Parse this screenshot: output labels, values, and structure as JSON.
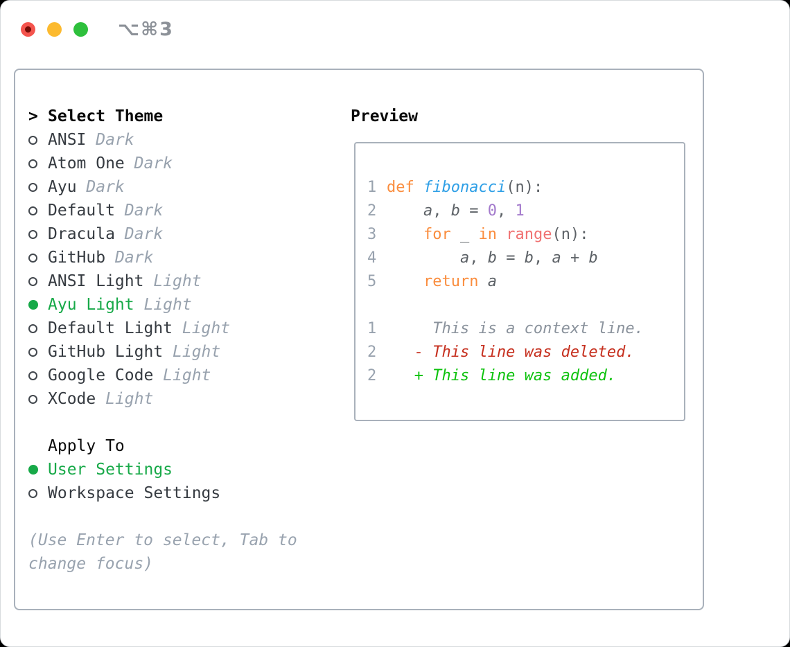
{
  "titlebar": {
    "shortcut": "⌥⌘3"
  },
  "theme_panel": {
    "header": {
      "prefix": ">",
      "label": "Select Theme"
    },
    "themes": [
      {
        "name": "ANSI",
        "variant": "Dark",
        "selected": false
      },
      {
        "name": "Atom One",
        "variant": "Dark",
        "selected": false
      },
      {
        "name": "Ayu",
        "variant": "Dark",
        "selected": false
      },
      {
        "name": "Default",
        "variant": "Dark",
        "selected": false
      },
      {
        "name": "Dracula",
        "variant": "Dark",
        "selected": false
      },
      {
        "name": "GitHub",
        "variant": "Dark",
        "selected": false
      },
      {
        "name": "ANSI Light",
        "variant": "Light",
        "selected": false
      },
      {
        "name": "Ayu Light",
        "variant": "Light",
        "selected": true
      },
      {
        "name": "Default Light",
        "variant": "Light",
        "selected": false
      },
      {
        "name": "GitHub Light",
        "variant": "Light",
        "selected": false
      },
      {
        "name": "Google Code",
        "variant": "Light",
        "selected": false
      },
      {
        "name": "XCode",
        "variant": "Light",
        "selected": false
      }
    ],
    "apply_to": {
      "label": "Apply To",
      "options": [
        {
          "name": "User Settings",
          "selected": true
        },
        {
          "name": "Workspace Settings",
          "selected": false
        }
      ]
    },
    "hint": [
      "(Use Enter to select, Tab to",
      "change focus)"
    ]
  },
  "preview": {
    "label": "Preview",
    "lines": [
      {
        "num": "1",
        "tokens": [
          {
            "t": "def ",
            "c": "keyword"
          },
          {
            "t": "fibonacci",
            "c": "function",
            "i": true
          },
          {
            "t": "(n):",
            "c": "fg"
          }
        ]
      },
      {
        "num": "2",
        "tokens": [
          {
            "t": "    ",
            "c": "fg"
          },
          {
            "t": "a",
            "c": "fg",
            "i": true
          },
          {
            "t": ", ",
            "c": "fg"
          },
          {
            "t": "b",
            "c": "fg",
            "i": true
          },
          {
            "t": " = ",
            "c": "fg"
          },
          {
            "t": "0",
            "c": "number"
          },
          {
            "t": ", ",
            "c": "fg"
          },
          {
            "t": "1",
            "c": "number"
          }
        ]
      },
      {
        "num": "3",
        "tokens": [
          {
            "t": "    ",
            "c": "fg"
          },
          {
            "t": "for",
            "c": "keyword"
          },
          {
            "t": " _ ",
            "c": "fg"
          },
          {
            "t": "in",
            "c": "keyword"
          },
          {
            "t": " ",
            "c": "fg"
          },
          {
            "t": "range",
            "c": "coral"
          },
          {
            "t": "(n):",
            "c": "fg"
          }
        ]
      },
      {
        "num": "4",
        "tokens": [
          {
            "t": "        ",
            "c": "fg"
          },
          {
            "t": "a",
            "c": "fg",
            "i": true
          },
          {
            "t": ", ",
            "c": "fg"
          },
          {
            "t": "b",
            "c": "fg",
            "i": true
          },
          {
            "t": " = ",
            "c": "fg"
          },
          {
            "t": "b",
            "c": "fg",
            "i": true
          },
          {
            "t": ", ",
            "c": "fg"
          },
          {
            "t": "a",
            "c": "fg",
            "i": true
          },
          {
            "t": " + ",
            "c": "fg"
          },
          {
            "t": "b",
            "c": "fg",
            "i": true
          }
        ]
      },
      {
        "num": "5",
        "tokens": [
          {
            "t": "    ",
            "c": "fg"
          },
          {
            "t": "return",
            "c": "keyword"
          },
          {
            "t": " ",
            "c": "fg"
          },
          {
            "t": "a",
            "c": "fg",
            "i": true
          }
        ]
      },
      {
        "num": "",
        "tokens": []
      },
      {
        "num": "1",
        "tokens": [
          {
            "t": "     This is a context line.",
            "c": "context",
            "i": true
          }
        ]
      },
      {
        "num": "2",
        "tokens": [
          {
            "t": "   - This line was deleted.",
            "c": "deleted",
            "i": true
          }
        ]
      },
      {
        "num": "2",
        "tokens": [
          {
            "t": "   + This line was added.",
            "c": "added",
            "i": true
          }
        ]
      }
    ]
  },
  "colors": {
    "border": "#a9b1bb",
    "text": "#363b41",
    "muted": "#98a2ae",
    "select": "#17a948",
    "keyword": "#fa8d3e",
    "function": "#2e9fe6",
    "number": "#a37acc",
    "coral": "#f07171",
    "fg": "#5c6166",
    "linenum": "#98a2ae",
    "context": "#8a929c",
    "deleted": "#c6301f",
    "added": "#0dc20d"
  },
  "icons": {
    "close": "close-icon",
    "minimize": "minimize-icon",
    "zoom": "zoom-icon",
    "selected_radio": "radio-filled-icon",
    "unselected_radio": "radio-empty-icon",
    "focus_caret": "caret-right-icon"
  }
}
